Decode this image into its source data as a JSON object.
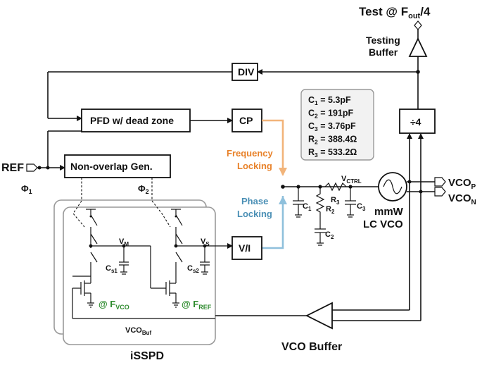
{
  "blocks": {
    "div": "DIV",
    "pfd": "PFD w/ dead zone",
    "cp": "CP",
    "nonoverlap": "Non-overlap Gen.",
    "vi": "V/I",
    "div4": "÷4",
    "vco_line1": "mmW",
    "vco_line2": "LC VCO",
    "iss_pd": "iSSPD",
    "vco_buffer": "VCO Buffer",
    "testing_buffer_line1": "Testing",
    "testing_buffer_line2": "Buffer"
  },
  "labels": {
    "test_out": "Test @ F",
    "test_out_sub": "out",
    "test_out_tail": "/4",
    "ref": "REF",
    "phi1": "Φ",
    "phi1_sub": "1",
    "phi2": "Φ",
    "phi2_sub": "2",
    "freq_lock_1": "Frequency",
    "freq_lock_2": "Locking",
    "phase_lock_1": "Phase",
    "phase_lock_2": "Locking",
    "vctrl": "V",
    "vctrl_sub": "CTRL",
    "vcop": "VCO",
    "vcop_sub": "P",
    "vcon": "VCO",
    "vcon_sub": "N",
    "vm": "V",
    "vm_sub": "M",
    "vs": "V",
    "vs_sub": "S",
    "cs1": "C",
    "cs1_sub": "s1",
    "cs2": "C",
    "cs2_sub": "s2",
    "at_fvco": "@ F",
    "at_fvco_sub": "VCO",
    "at_fref": "@ F",
    "at_fref_sub": "REF",
    "vcobuf": "VCO",
    "vcobuf_sub": "Buf",
    "c1": "C",
    "c1_sub": "1",
    "c2": "C",
    "c2_sub": "2",
    "c3": "C",
    "c3_sub": "3",
    "r2": "R",
    "r2_sub": "2",
    "r3": "R",
    "r3_sub": "3"
  },
  "component_values": [
    {
      "name": "C",
      "sub": "1",
      "value": " = 5.3pF"
    },
    {
      "name": "C",
      "sub": "2",
      "value": " = 191pF"
    },
    {
      "name": "C",
      "sub": "3",
      "value": " = 3.76pF"
    },
    {
      "name": "R",
      "sub": "2",
      "value": " = 388.4Ω"
    },
    {
      "name": "R",
      "sub": "3",
      "value": " = 533.2Ω"
    }
  ],
  "colors": {
    "frequency_locking": "#e8822a",
    "phase_locking": "#4a8fb5",
    "green_text": "#2e8b2e",
    "values_box_fill": "#f2f2f2",
    "iss_pd_frame": "#999999"
  }
}
